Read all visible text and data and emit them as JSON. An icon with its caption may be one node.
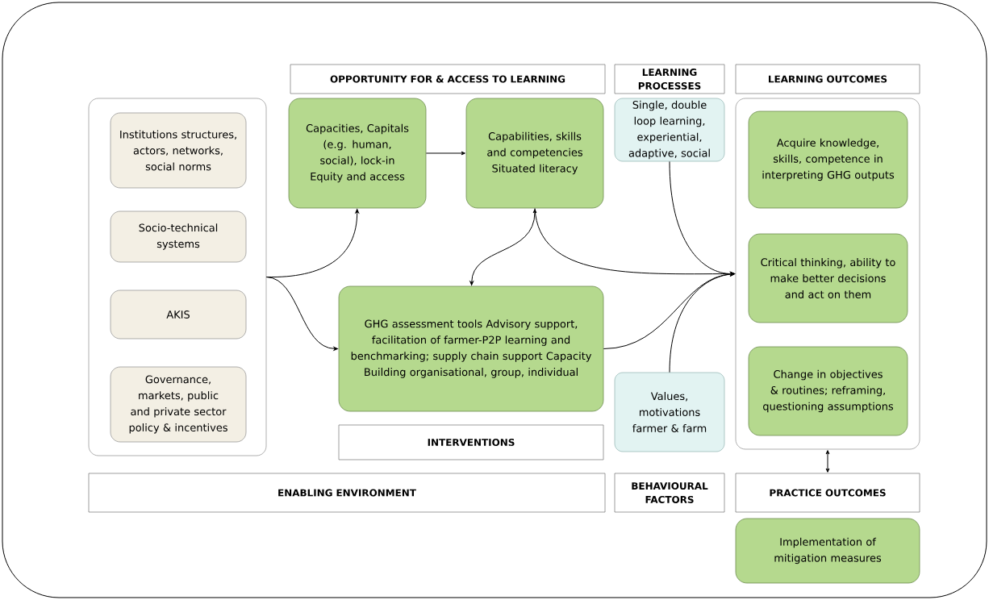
{
  "diagram": {
    "nodes": [
      {
        "text": [
          "OPPORTUNITY FOR & ACCESS TO LEARNING"
        ]
      },
      {
        "text": [
          "LEARNING PROCESSES"
        ]
      },
      {
        "text": [
          "LEARNING OUTCOMES"
        ]
      },
      {
        "text": [],
        "shape": "box"
      },
      {
        "text": [
          "Institutions structures, actors, networks, social norms"
        ],
        "in": 3
      },
      {
        "text": [
          "Socio-technical systems"
        ],
        "in": 3
      },
      {
        "text": [
          "AKIS"
        ],
        "in": 3
      },
      {
        "text": [
          "Governance, markets, public and private sector policy & incentives"
        ],
        "in": 3
      },
      {
        "text": [
          "Capacities, Capitals (e.g. human, social), lock-in Equity and access"
        ]
      },
      {
        "text": [
          "Capabilities, skills and competencies Situated literacy"
        ]
      },
      {
        "text": [
          "Single, double loop learning, experiential, adaptive, social"
        ]
      },
      {
        "text": [],
        "shape": "box"
      },
      {
        "text": [
          "Acquire knowledge, skills, competence in interpreting GHG outputs"
        ],
        "in": 11
      },
      {
        "text": [
          "Critical thinking, ability to make better decisions and act on them"
        ],
        "in": 11
      },
      {
        "text": [
          "Change in objectives & routines; reframing, questioning assumptions"
        ],
        "in": 11
      },
      {
        "text": [
          "GHG assessment tools Advisory support, facilitation of farmer-P2P learning and benchmarking; supply chain support Capacity Building organisational, group, individual"
        ]
      },
      {
        "text": [
          "Values, motivations farmer & farm"
        ]
      },
      {
        "text": [
          "INTERVENTIONS"
        ]
      },
      {
        "text": [
          "ENABLING ENVIRONMENT"
        ]
      },
      {
        "text": [
          "BEHAVIOURAL FACTORS"
        ]
      },
      {
        "text": [
          "PRACTICE OUTCOMES"
        ]
      },
      {
        "text": [
          "Implementation of mitigation measures"
        ]
      }
    ],
    "edges": [
      {
        "from": 3,
        "to": 8,
        "arrow": "to"
      },
      {
        "from": 3,
        "to": 15,
        "arrow": "to"
      },
      {
        "from": 8,
        "to": 9,
        "arrow": "to"
      },
      {
        "from": 15,
        "to": 9,
        "arrow": "both"
      },
      {
        "from": 9,
        "to": 11,
        "arrow": "to"
      },
      {
        "from": 10,
        "to": 11,
        "arrow": "to"
      },
      {
        "from": 15,
        "to": 11,
        "arrow": "to"
      },
      {
        "from": 16,
        "to": 11,
        "arrow": "to"
      },
      {
        "from": 11,
        "to": 20,
        "arrow": "both"
      }
    ]
  }
}
